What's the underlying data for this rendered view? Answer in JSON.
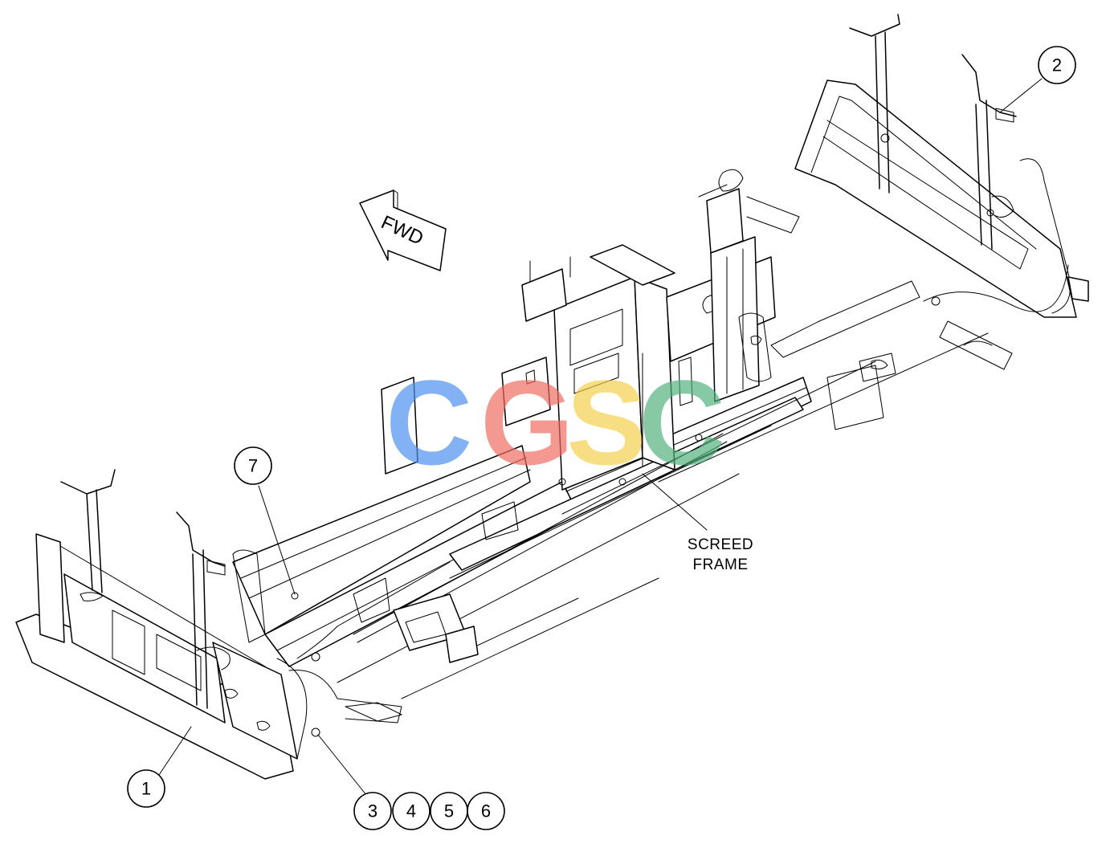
{
  "direction_label": "FWD",
  "frame_label_line1": "SCREED",
  "frame_label_line2": "FRAME",
  "callouts": [
    "1",
    "2",
    "3",
    "4",
    "5",
    "6",
    "7"
  ],
  "watermark": {
    "letters": [
      "C",
      "G",
      "S",
      "C"
    ],
    "colors": [
      "#4a8ff0",
      "#ee6a5e",
      "#f5cf4a",
      "#4fb07a"
    ]
  }
}
